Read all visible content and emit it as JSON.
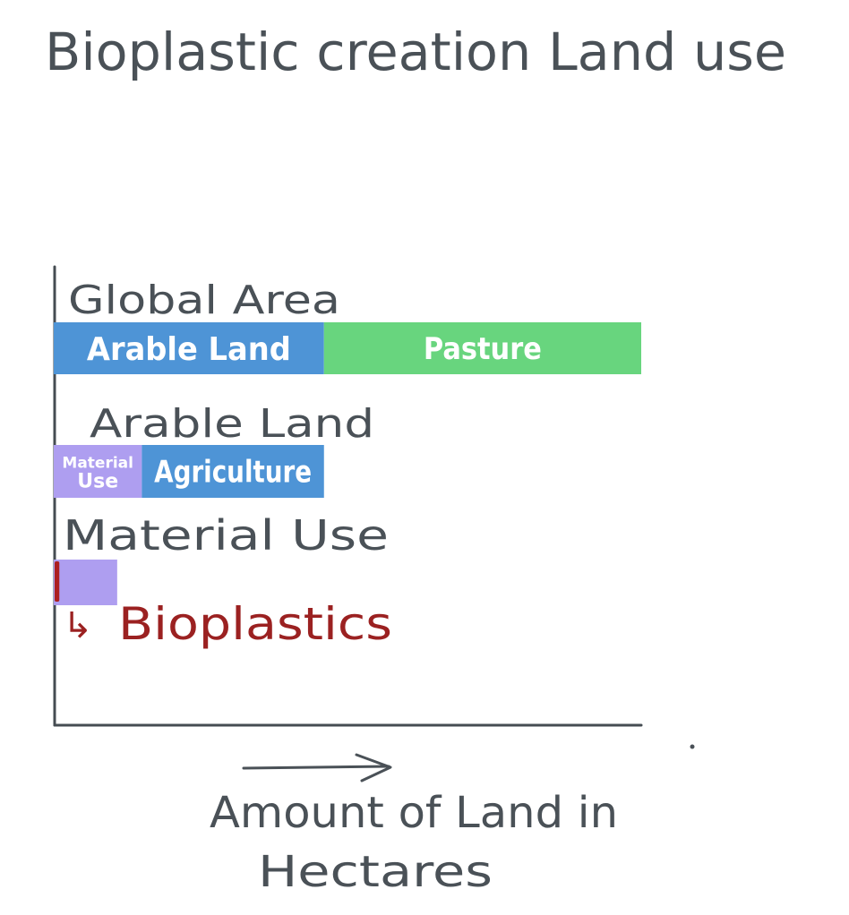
{
  "chart_data": {
    "type": "bar",
    "title": "Bioplastic creation Land use",
    "xlabel": "Amount of Land in Hectares",
    "ylabel": "",
    "grid": false,
    "legend": "none",
    "rows": [
      {
        "label": "Global Area",
        "segments": [
          {
            "name": "Arable Land",
            "value": 0.46,
            "color": "#4e94d6"
          },
          {
            "name": "Pasture",
            "value": 0.54,
            "color": "#68d57e"
          }
        ]
      },
      {
        "label": "Arable Land",
        "segments": [
          {
            "name": "Material Use",
            "value": 0.15,
            "color": "#ae9ef0"
          },
          {
            "name": "Agriculture",
            "value": 0.31,
            "color": "#4e94d6"
          }
        ]
      },
      {
        "label": "Material Use",
        "segments": [
          {
            "name": "",
            "value": 0.108,
            "color": "#ae9ef0"
          }
        ],
        "highlight": {
          "name": "Bioplastics",
          "value": 0.008,
          "color": "#ac1f1f"
        }
      }
    ]
  },
  "annotation": {
    "bioplastics_label": "Bioplastics",
    "arrow_glyph": "↳"
  },
  "colors": {
    "ink": "#4a5157",
    "axis": "#454c52",
    "annotation_red": "#9b2121"
  }
}
